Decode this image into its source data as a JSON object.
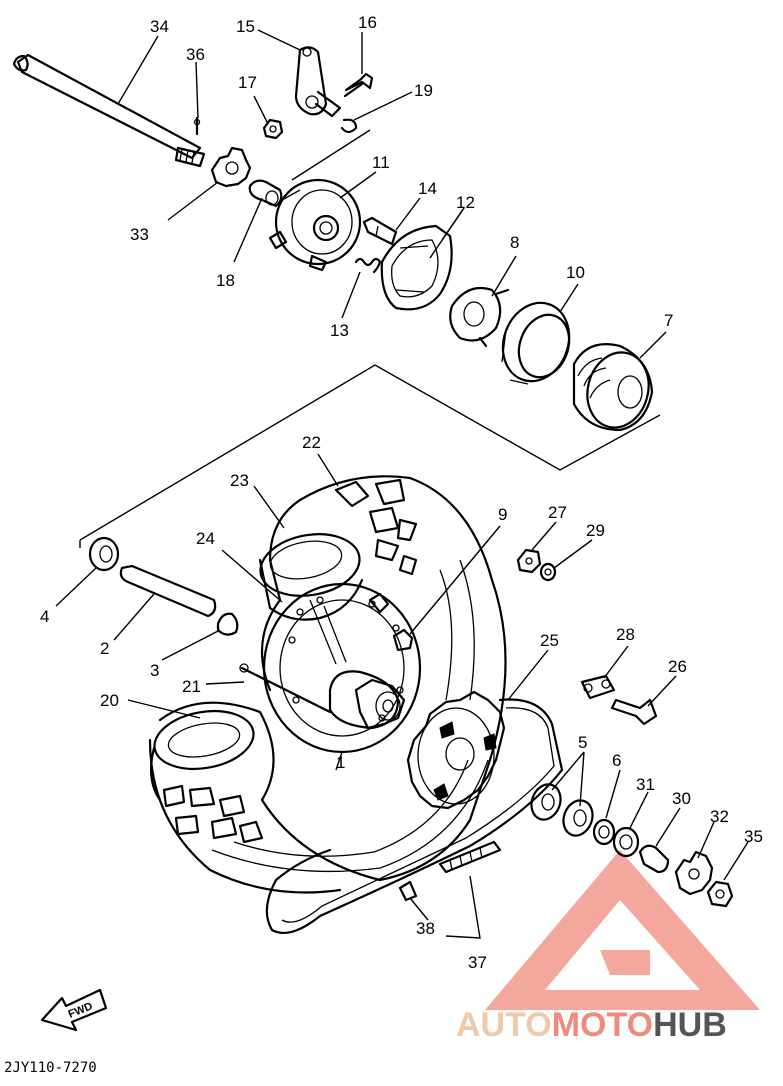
{
  "diagram_code": "2JY110-7270",
  "fwd_label": "FWD",
  "watermark": {
    "part1": "AUTO",
    "part2": "MOTO",
    "part3": "HUB"
  },
  "callouts": {
    "c34": "34",
    "c36": "36",
    "c15": "15",
    "c16": "16",
    "c17": "17",
    "c19": "19",
    "c11": "11",
    "c14": "14",
    "c12": "12",
    "c33": "33",
    "c18": "18",
    "c13": "13",
    "c8": "8",
    "c10": "10",
    "c7": "7",
    "c22": "22",
    "c23": "23",
    "c9": "9",
    "c27": "27",
    "c29": "29",
    "c24": "24",
    "c4": "4",
    "c2": "2",
    "c3": "3",
    "c25": "25",
    "c28": "28",
    "c26": "26",
    "c21": "21",
    "c20": "20",
    "c5": "5",
    "c6": "6",
    "c31": "31",
    "c30": "30",
    "c32": "32",
    "c35": "35",
    "c1": "1",
    "c38": "38",
    "c37": "37"
  },
  "colors": {
    "line": "#000000",
    "watermark_triangle": "#f08a7c",
    "watermark_light": "#f2c9a8",
    "watermark_dark": "#555555"
  }
}
